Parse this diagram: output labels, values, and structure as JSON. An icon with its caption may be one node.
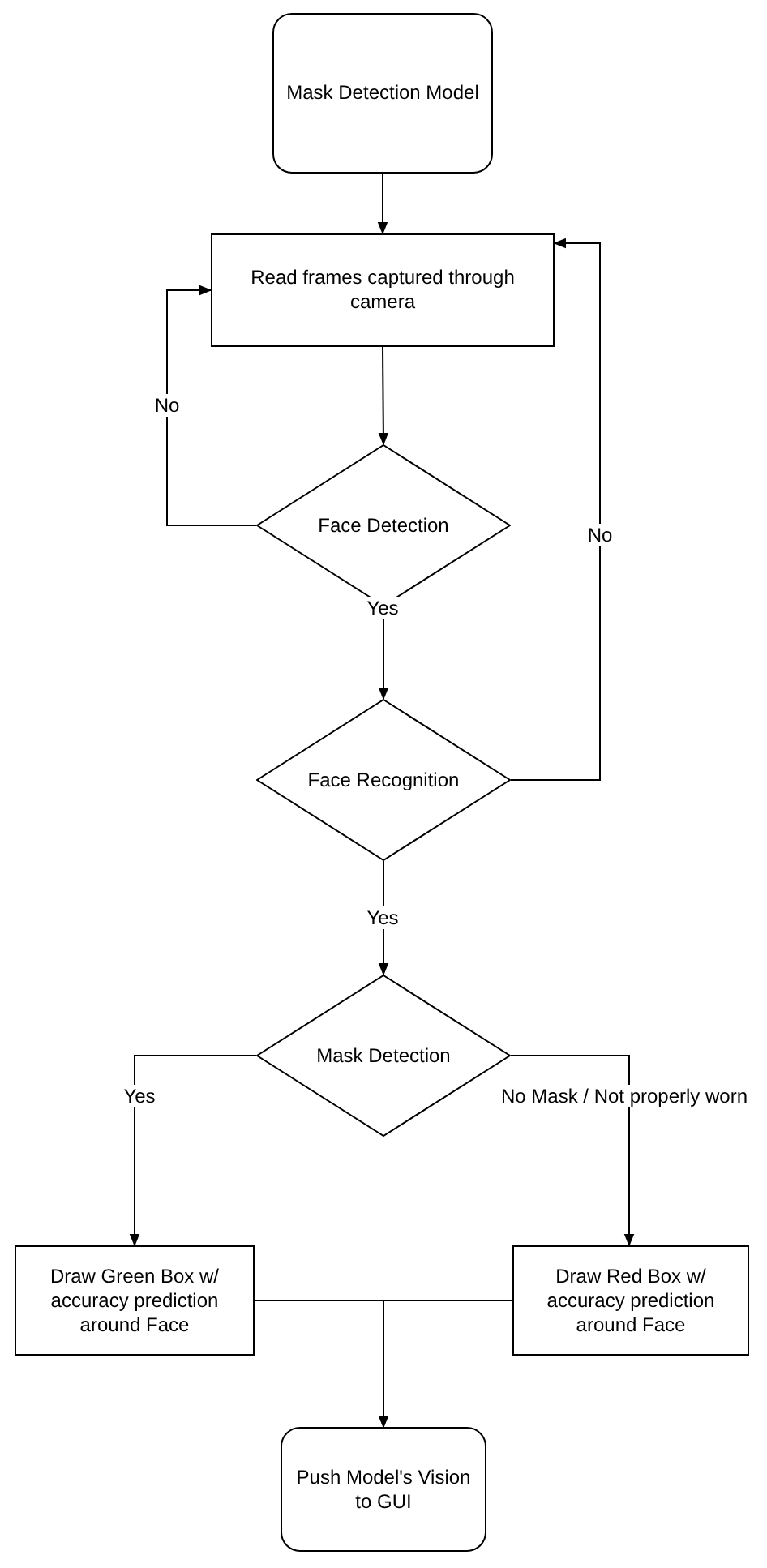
{
  "diagram": {
    "nodes": [
      {
        "text": [
          "Mask Detection Model"
        ]
      },
      {
        "text": [
          "Read frames captured through camera"
        ]
      },
      {
        "text": [
          "Face Detection"
        ]
      },
      {
        "text": [
          "Face Recognition"
        ]
      },
      {
        "text": [
          "Mask Detection"
        ]
      },
      {
        "text": [
          "Draw Green Box w/ accuracy prediction around Face"
        ]
      },
      {
        "text": [
          "Draw Red Box w/ accuracy prediction around Face"
        ]
      },
      {
        "text": [
          "Push Model's Vision to GUI"
        ]
      }
    ],
    "edges": [
      {
        "from": 0,
        "to": 1,
        "arrow": "to"
      },
      {
        "from": 1,
        "to": 2,
        "arrow": "to"
      },
      {
        "from": 2,
        "to": 1,
        "arrow": "to",
        "label": "No"
      },
      {
        "from": 2,
        "to": 3,
        "arrow": "to",
        "label": "Yes"
      },
      {
        "from": 3,
        "to": 1,
        "arrow": "to",
        "label": "No"
      },
      {
        "from": 3,
        "to": 4,
        "arrow": "to",
        "label": "Yes"
      },
      {
        "from": 4,
        "to": 5,
        "arrow": "to",
        "label": "Yes"
      },
      {
        "from": 4,
        "to": 6,
        "arrow": "to",
        "label": "No Mask / Not properly worn"
      },
      {
        "from": 5,
        "to": 7,
        "arrow": "to"
      },
      {
        "from": 6,
        "to": 7,
        "arrow": "to"
      }
    ]
  }
}
